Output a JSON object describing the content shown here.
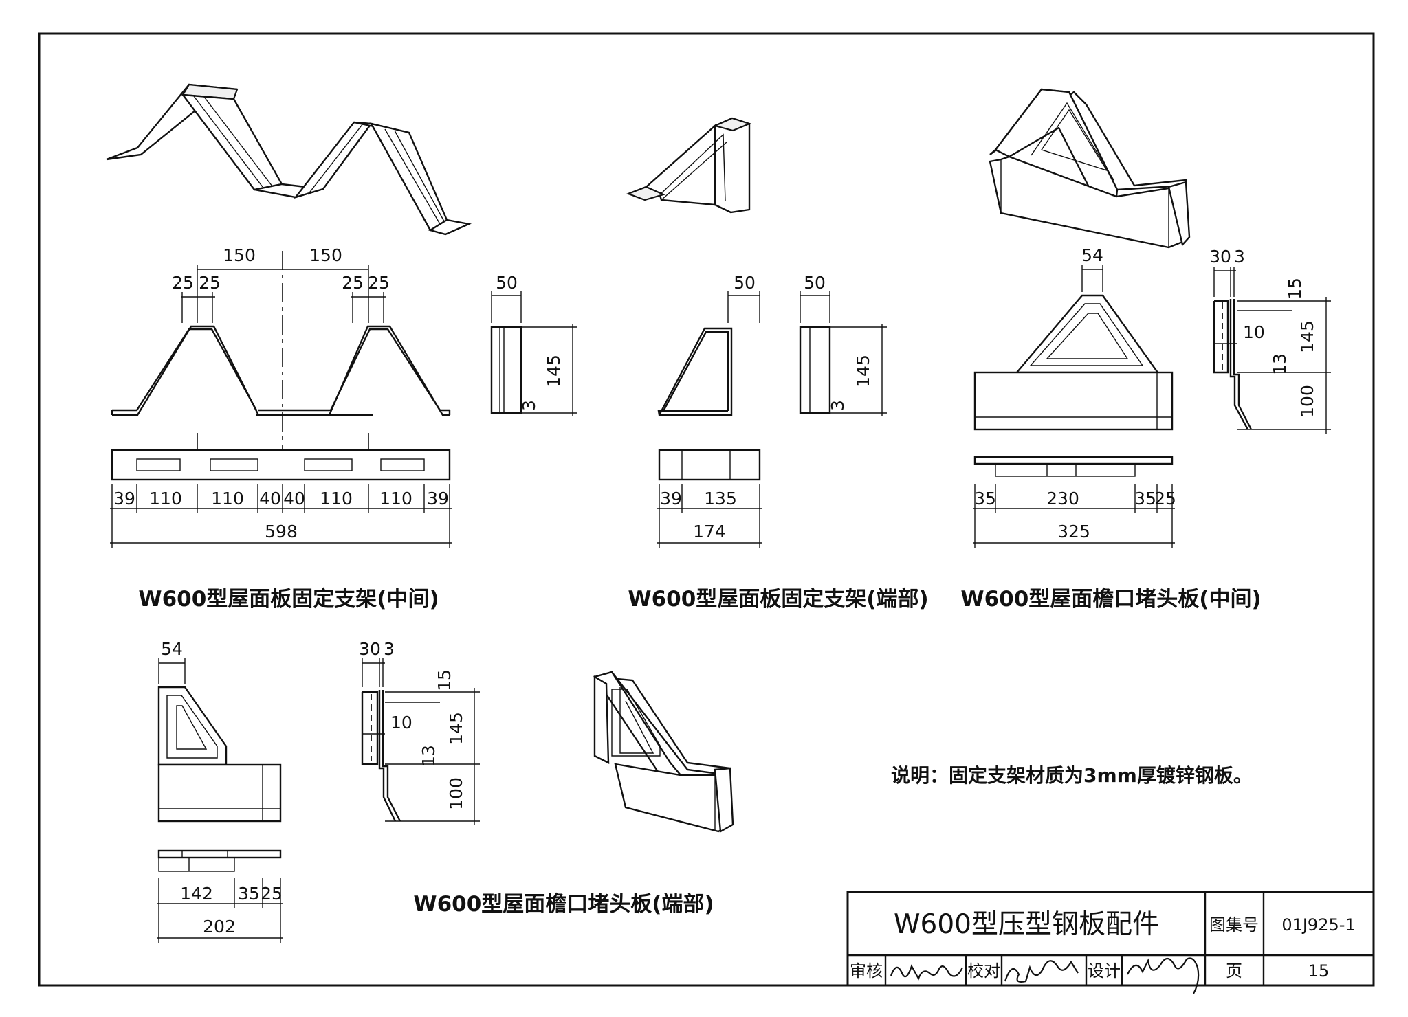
{
  "drawings": {
    "middle_bracket": {
      "caption": "W600型屋面板固定支架(中间)",
      "dims": [
        "150",
        "150",
        "25",
        "25",
        "25",
        "25",
        "39",
        "110",
        "110",
        "40",
        "40",
        "110",
        "110",
        "39",
        "598",
        "50",
        "145",
        "3"
      ]
    },
    "end_bracket": {
      "caption": "W600型屋面板固定支架(端部)",
      "dims": [
        "50",
        "50",
        "145",
        "3",
        "39",
        "135",
        "174"
      ]
    },
    "eave_plug_middle": {
      "caption": "W600型屋面檐口堵头板(中间)",
      "dims": [
        "54",
        "35",
        "230",
        "35",
        "25",
        "325",
        "30",
        "3",
        "15",
        "10",
        "145",
        "13",
        "100"
      ]
    },
    "eave_plug_end": {
      "caption": "W600型屋面檐口堵头板(端部)",
      "dims": [
        "54",
        "142",
        "35",
        "25",
        "202",
        "30",
        "3",
        "15",
        "10",
        "145",
        "13",
        "100"
      ]
    }
  },
  "note": "说明：固定支架材质为3mm厚镀锌钢板。",
  "title_block": {
    "title": "W600型压型钢板配件",
    "atlas_label": "图集号",
    "atlas_no": "01J925-1",
    "review_label": "审核",
    "check_label": "校对",
    "design_label": "设计",
    "page_label": "页",
    "page_no": "15"
  }
}
